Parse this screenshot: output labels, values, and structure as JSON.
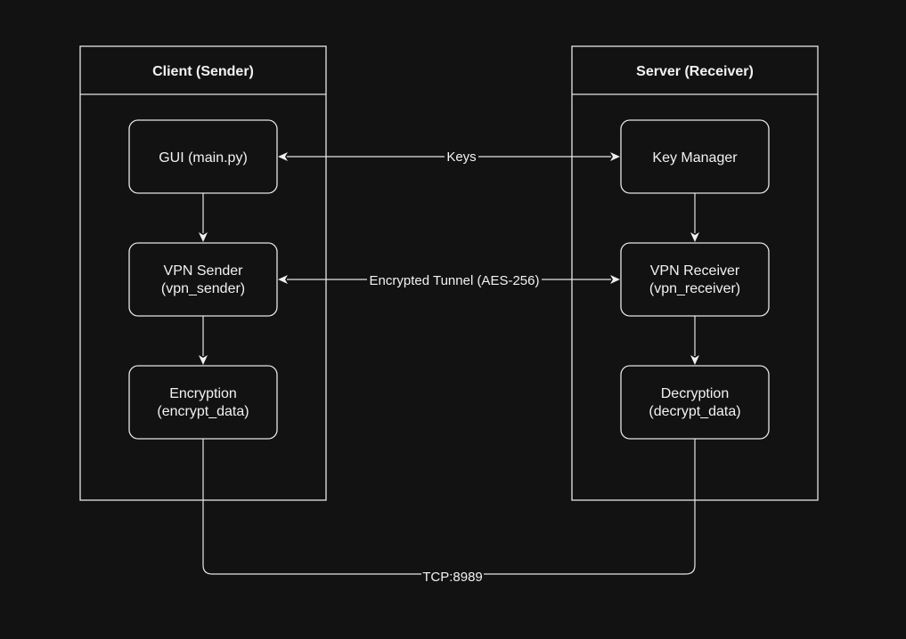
{
  "diagram": {
    "client": {
      "title": "Client (Sender)",
      "gui": {
        "line1": "GUI (main.py)"
      },
      "sender": {
        "line1": "VPN Sender",
        "line2": "(vpn_sender)"
      },
      "encryption": {
        "line1": "Encryption",
        "line2": "(encrypt_data)"
      }
    },
    "server": {
      "title": "Server (Receiver)",
      "key_manager": {
        "line1": "Key Manager"
      },
      "receiver": {
        "line1": "VPN Receiver",
        "line2": "(vpn_receiver)"
      },
      "decryption": {
        "line1": "Decryption",
        "line2": "(decrypt_data)"
      }
    },
    "edges": {
      "keys": "Keys",
      "tunnel": "Encrypted Tunnel (AES-256)",
      "tcp": "TCP:8989"
    }
  },
  "colors": {
    "background": "#121212",
    "stroke": "#e6e6e6",
    "text": "#f2f2f2"
  }
}
